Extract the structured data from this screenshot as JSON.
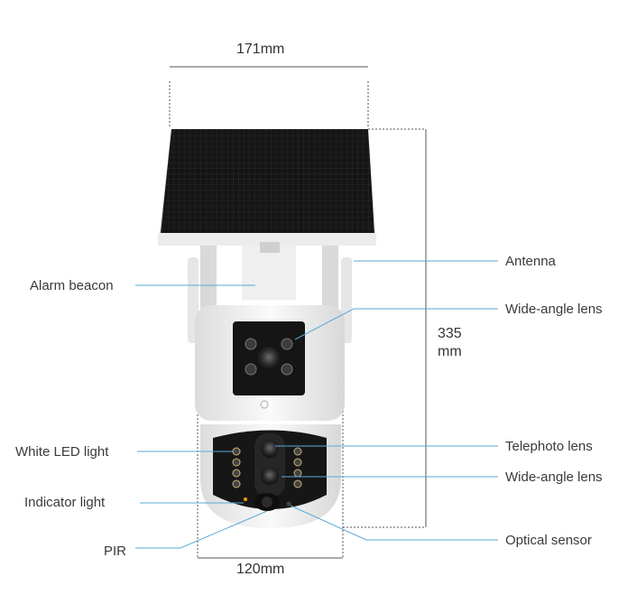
{
  "dimensions": {
    "top_width": "171mm",
    "height_value": "335",
    "height_unit": "mm",
    "bottom_width": "120mm"
  },
  "labels": {
    "alarm_beacon": "Alarm beacon",
    "white_led_light": "White LED light",
    "indicator_light": "Indicator light",
    "pir": "PIR",
    "antenna": "Antenna",
    "wide_angle_lens_top": "Wide-angle lens",
    "telephoto_lens": "Telephoto lens",
    "wide_angle_lens_bottom": "Wide-angle lens",
    "optical_sensor": "Optical sensor"
  },
  "colors": {
    "leader_line": "#5aa9d6",
    "dimension_line": "#555555",
    "solar_panel": "#1c1c1c",
    "camera_body": "#f4f4f4"
  }
}
